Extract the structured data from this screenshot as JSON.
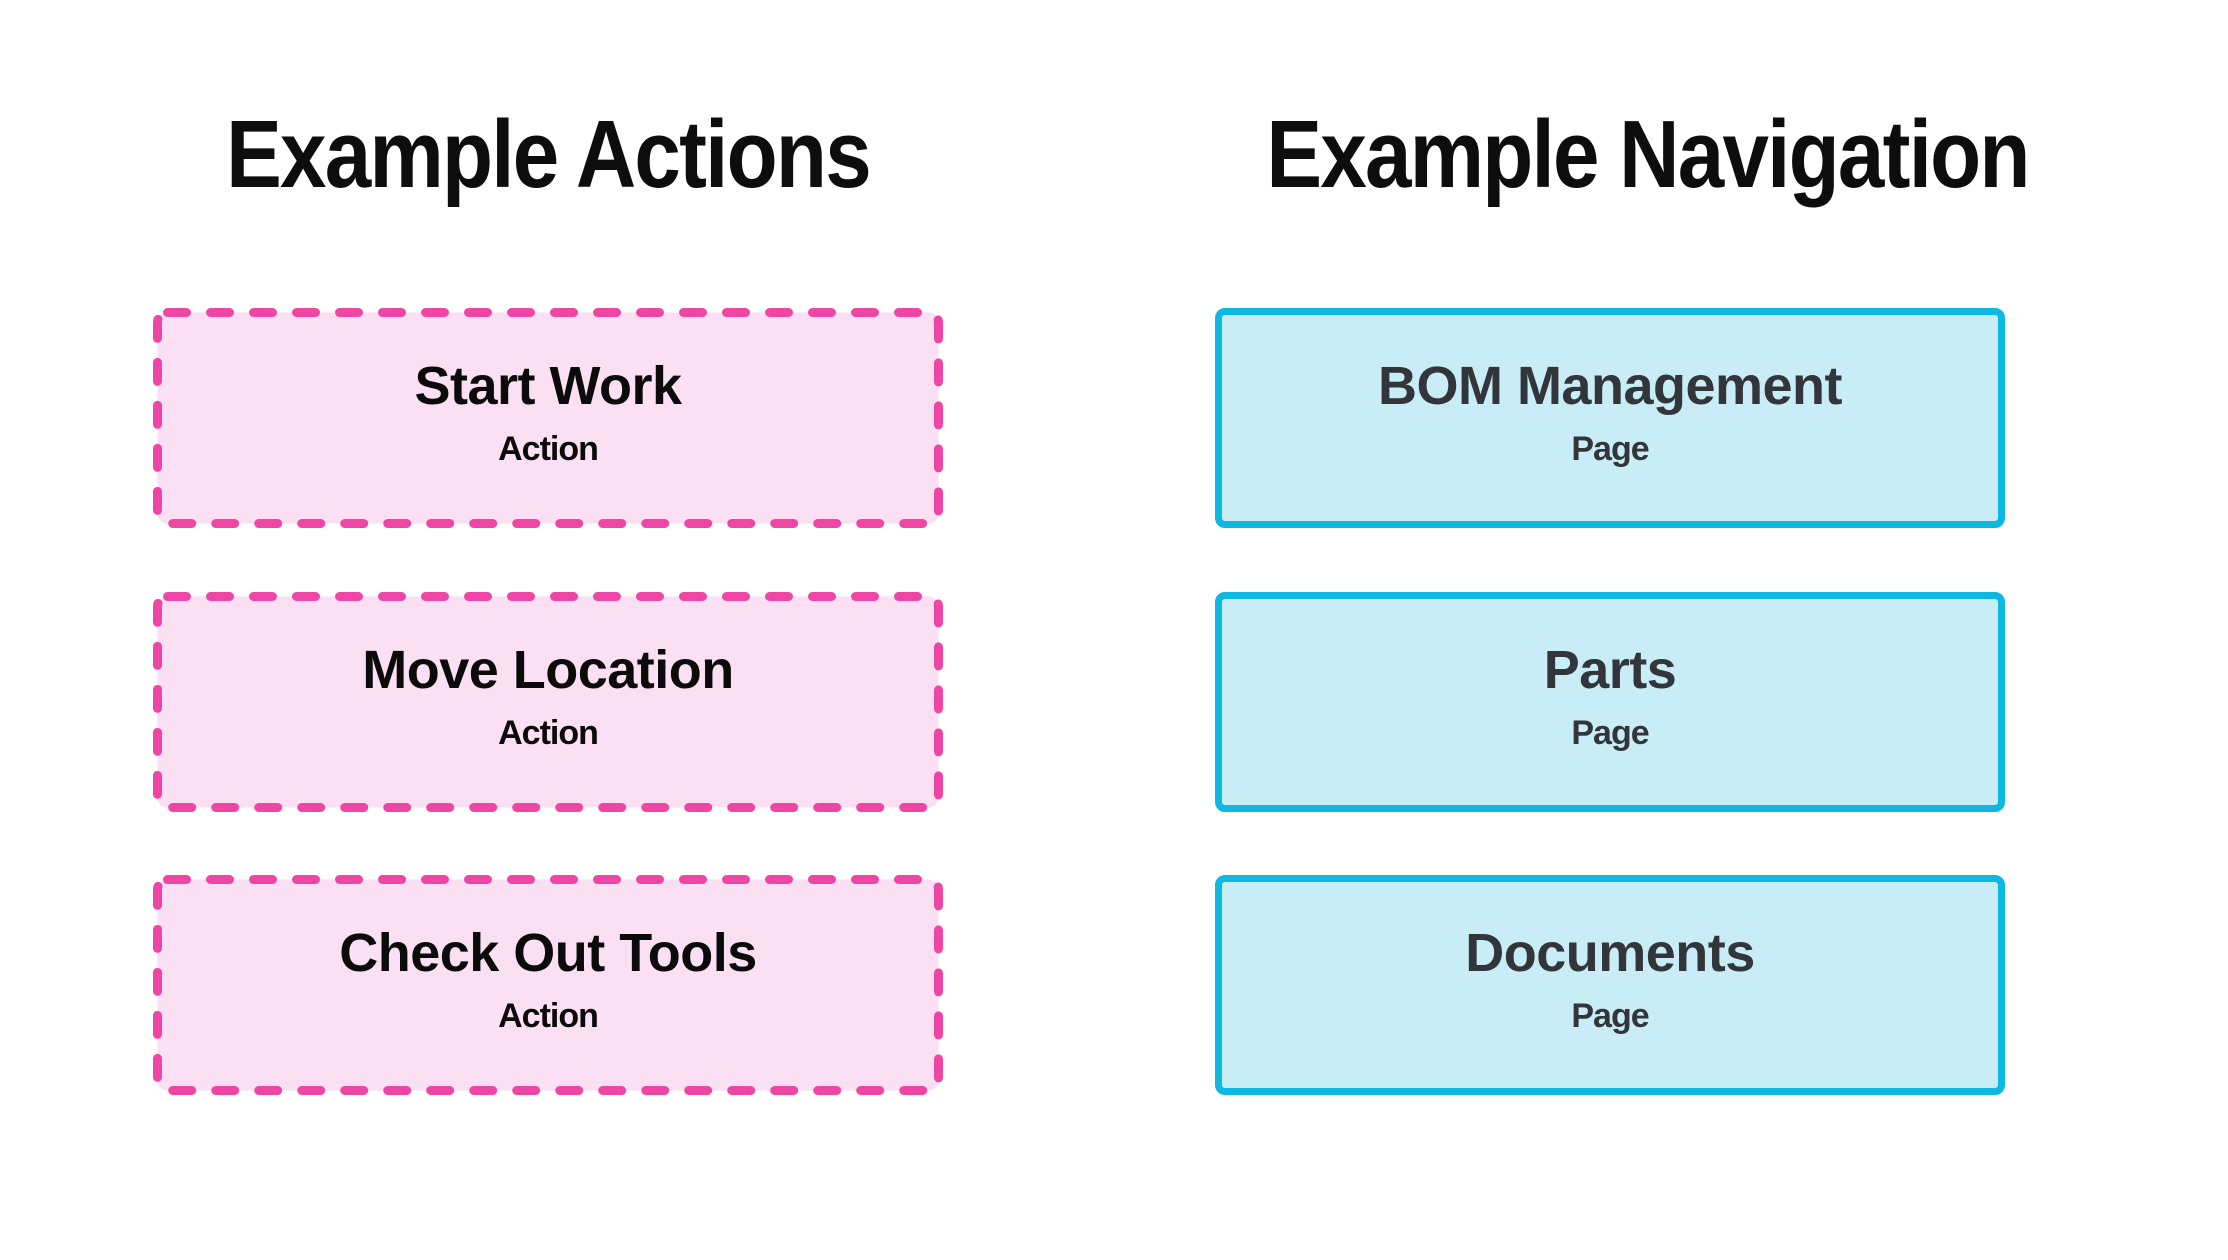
{
  "theme": {
    "background": "#ffffff",
    "heading_text": "#0d0d0d",
    "action_border": "#ef46a6",
    "action_fill": "#fbdff2",
    "action_text": "#0b0b0b",
    "nav_border": "#0db9e3",
    "nav_fill": "#c9edf6",
    "nav_text": "#323539"
  },
  "columns": [
    {
      "heading": "Example Actions",
      "kind": "action",
      "items": [
        {
          "title": "Start Work",
          "subtitle": "Action"
        },
        {
          "title": "Move Location",
          "subtitle": "Action"
        },
        {
          "title": "Check Out Tools",
          "subtitle": "Action"
        }
      ]
    },
    {
      "heading": "Example Navigation",
      "kind": "page",
      "items": [
        {
          "title": "BOM Management",
          "subtitle": "Page"
        },
        {
          "title": "Parts",
          "subtitle": "Page"
        },
        {
          "title": "Documents",
          "subtitle": "Page"
        }
      ]
    }
  ]
}
